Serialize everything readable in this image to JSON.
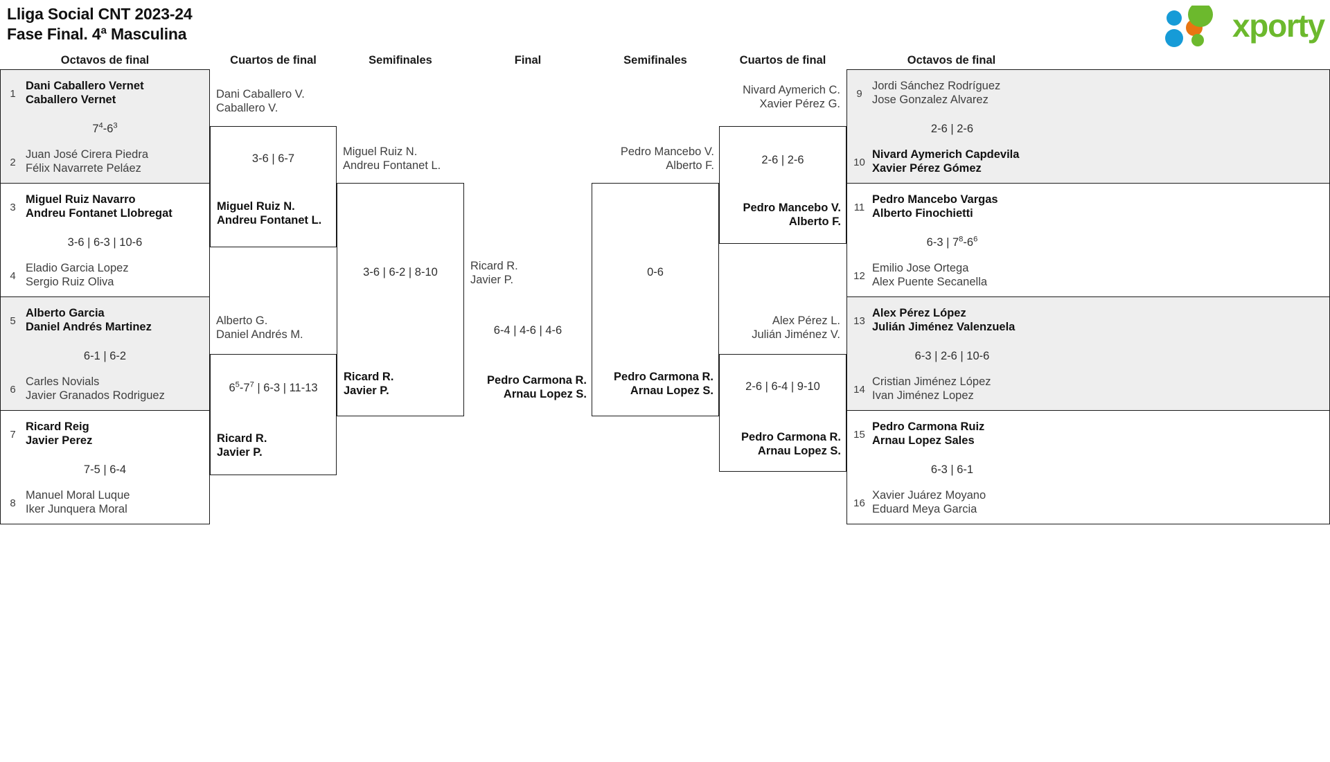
{
  "header": {
    "title_line1": "Lliga Social CNT 2023-24",
    "title_line2": "Fase Final. 4ª Masculina",
    "logo_text": "xporty",
    "logo_colors": {
      "green": "#6cb92d",
      "blue": "#169bd7",
      "orange": "#e87511"
    }
  },
  "rounds": {
    "left_r16": "Octavos de final",
    "left_qf": "Cuartos de final",
    "left_sf": "Semifinales",
    "final": "Final",
    "right_sf": "Semifinales",
    "right_qf": "Cuartos de final",
    "right_r16": "Octavos de final"
  },
  "left_r16": [
    {
      "shaded": true,
      "top": {
        "seed": "1",
        "p1": "Dani Caballero Vernet",
        "p2": "Caballero Vernet",
        "winner": true
      },
      "bottom": {
        "seed": "2",
        "p1": "Juan José Cirera Piedra",
        "p2": "Félix Navarrete Peláez",
        "winner": false
      },
      "score": "7<sup>4</sup>-6<sup>3</sup>"
    },
    {
      "shaded": false,
      "top": {
        "seed": "3",
        "p1": "Miguel Ruiz Navarro",
        "p2": "Andreu Fontanet Llobregat",
        "winner": true
      },
      "bottom": {
        "seed": "4",
        "p1": "Eladio Garcia Lopez",
        "p2": "Sergio Ruiz Oliva",
        "winner": false
      },
      "score": "3-6 | 6-3 | 10-6"
    },
    {
      "shaded": true,
      "top": {
        "seed": "5",
        "p1": "Alberto Garcia",
        "p2": "Daniel Andrés Martinez",
        "winner": true
      },
      "bottom": {
        "seed": "6",
        "p1": "Carles Novials",
        "p2": "Javier Granados Rodriguez",
        "winner": false
      },
      "score": "6-1 | 6-2"
    },
    {
      "shaded": false,
      "top": {
        "seed": "7",
        "p1": "Ricard Reig",
        "p2": "Javier Perez",
        "winner": true
      },
      "bottom": {
        "seed": "8",
        "p1": "Manuel Moral Luque",
        "p2": "Iker Junquera Moral",
        "winner": false
      },
      "score": "7-5 | 6-4"
    }
  ],
  "right_r16": [
    {
      "shaded": true,
      "top": {
        "seed": "9",
        "p1": "Jordi Sánchez Rodríguez",
        "p2": "Jose Gonzalez Alvarez",
        "winner": false
      },
      "bottom": {
        "seed": "10",
        "p1": "Nivard Aymerich Capdevila",
        "p2": "Xavier Pérez Gómez",
        "winner": true
      },
      "score": "2-6 | 2-6"
    },
    {
      "shaded": false,
      "top": {
        "seed": "11",
        "p1": "Pedro Mancebo Vargas",
        "p2": "Alberto Finochietti",
        "winner": true
      },
      "bottom": {
        "seed": "12",
        "p1": "Emilio Jose Ortega",
        "p2": "Alex Puente Secanella",
        "winner": false
      },
      "score": "6-3 | 7<sup>8</sup>-6<sup>6</sup>"
    },
    {
      "shaded": true,
      "top": {
        "seed": "13",
        "p1": "Alex Pérez López",
        "p2": "Julián Jiménez Valenzuela",
        "winner": true
      },
      "bottom": {
        "seed": "14",
        "p1": "Cristian Jiménez López",
        "p2": "Ivan Jiménez Lopez",
        "winner": false
      },
      "score": "6-3 | 2-6 | 10-6"
    },
    {
      "shaded": false,
      "top": {
        "seed": "15",
        "p1": "Pedro Carmona Ruiz",
        "p2": "Arnau Lopez Sales",
        "winner": true
      },
      "bottom": {
        "seed": "16",
        "p1": "Xavier Juárez Moyano",
        "p2": "Eduard Meya Garcia",
        "winner": false
      },
      "score": "6-3 | 6-1"
    }
  ],
  "left_qf": [
    {
      "top": {
        "p1": "Dani Caballero V.",
        "p2": "Caballero V.",
        "winner": false
      },
      "bottom": {
        "p1": "Miguel Ruiz N.",
        "p2": "Andreu Fontanet L.",
        "winner": true
      },
      "score": "3-6 | 6-7"
    },
    {
      "top": {
        "p1": "Alberto G.",
        "p2": "Daniel Andrés M.",
        "winner": false
      },
      "bottom": {
        "p1": "Ricard R.",
        "p2": "Javier P.",
        "winner": true
      },
      "score": "6<sup>5</sup>-7<sup>7</sup> | 6-3 | 11-13"
    }
  ],
  "right_qf": [
    {
      "top": {
        "p1": "Nivard Aymerich C.",
        "p2": "Xavier Pérez G.",
        "winner": false
      },
      "bottom": {
        "p1": "Pedro Mancebo V.",
        "p2": "Alberto F.",
        "winner": true
      },
      "score": "2-6 | 2-6"
    },
    {
      "top": {
        "p1": "Alex Pérez L.",
        "p2": "Julián Jiménez V.",
        "winner": false
      },
      "bottom": {
        "p1": "Pedro Carmona R.",
        "p2": "Arnau Lopez S.",
        "winner": true
      },
      "score": "2-6 | 6-4 | 9-10"
    }
  ],
  "left_sf": {
    "top": {
      "p1": "Miguel Ruiz N.",
      "p2": "Andreu Fontanet L.",
      "winner": false
    },
    "bottom": {
      "p1": "Ricard R.",
      "p2": "Javier P.",
      "winner": true
    },
    "score": "3-6 | 6-2 | 8-10"
  },
  "right_sf": {
    "top": {
      "p1": "Pedro Mancebo V.",
      "p2": "Alberto F.",
      "winner": false
    },
    "bottom": {
      "p1": "Pedro Carmona R.",
      "p2": "Arnau Lopez S.",
      "winner": true
    },
    "score": "0-6"
  },
  "final": {
    "top": {
      "p1": "Ricard R.",
      "p2": "Javier P.",
      "winner": false
    },
    "bottom": {
      "p1": "Pedro Carmona R.",
      "p2": "Arnau Lopez S.",
      "winner": true
    },
    "score": "6-4 | 4-6 | 4-6"
  }
}
